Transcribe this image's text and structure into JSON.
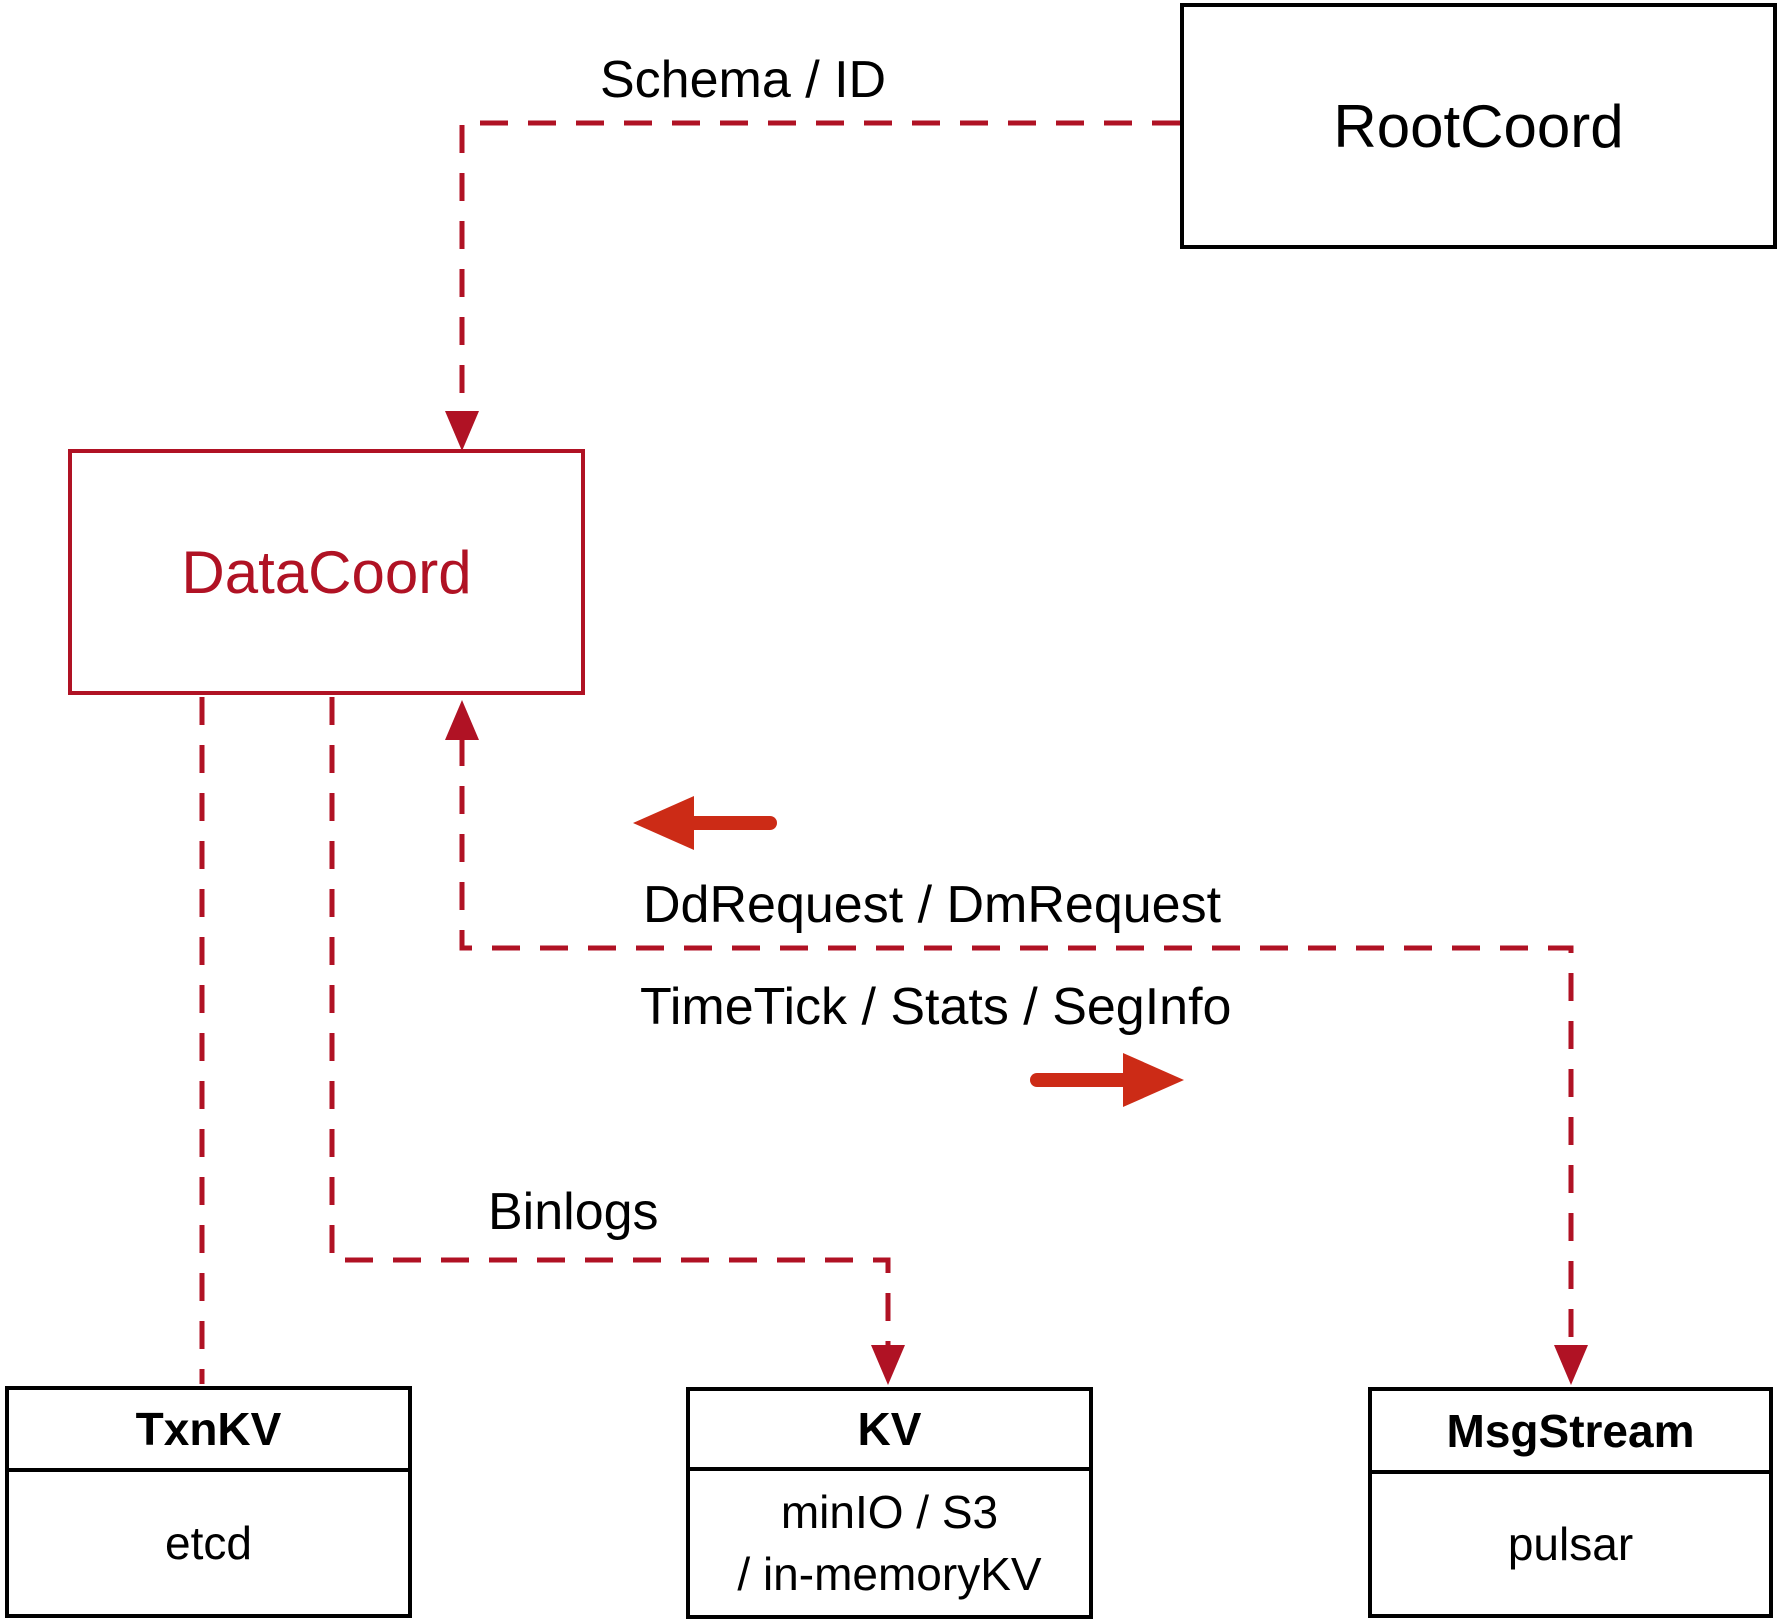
{
  "diagram": {
    "nodes": {
      "rootcoord": {
        "label": "RootCoord"
      },
      "datacoord": {
        "label": "DataCoord"
      },
      "txnkv": {
        "title": "TxnKV",
        "subtitle": "etcd"
      },
      "kv": {
        "title": "KV",
        "subtitle_line1": "minIO / S3",
        "subtitle_line2": "/ in-memoryKV"
      },
      "msgstream": {
        "title": "MsgStream",
        "subtitle": "pulsar"
      }
    },
    "edge_labels": {
      "schema_id": "Schema / ID",
      "dd_dm_request": "DdRequest / DmRequest",
      "timetick_stats_seginfo": "TimeTick / Stats / SegInfo",
      "binlogs": "Binlogs"
    },
    "colors": {
      "connector_dashed_red": "#B01224",
      "solid_arrow_red": "#CC2B16",
      "node_border_black": "#000000",
      "background": "#FFFFFF"
    }
  }
}
